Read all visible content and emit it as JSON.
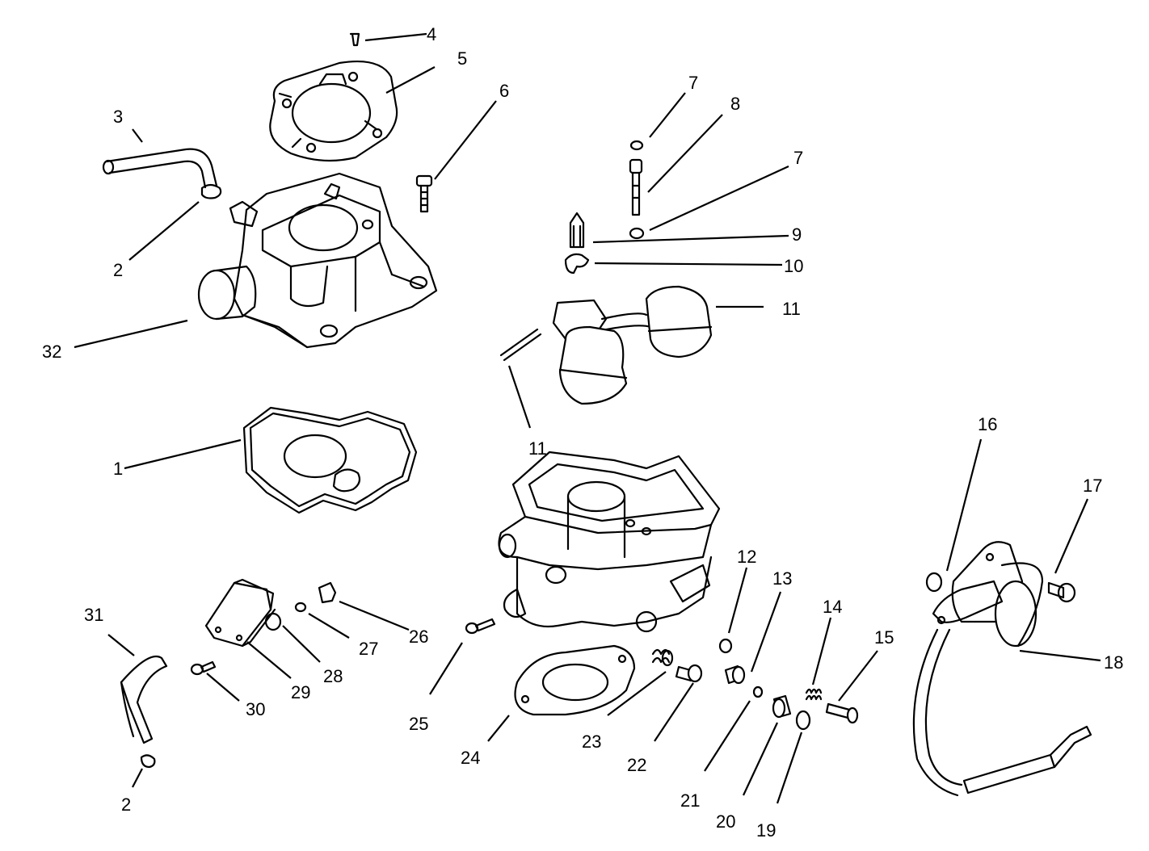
{
  "callouts": [
    {
      "id": "c4",
      "label": "4"
    },
    {
      "id": "c5",
      "label": "5"
    },
    {
      "id": "c6",
      "label": "6"
    },
    {
      "id": "c3",
      "label": "3"
    },
    {
      "id": "c2a",
      "label": "2"
    },
    {
      "id": "c32",
      "label": "32"
    },
    {
      "id": "c1",
      "label": "1"
    },
    {
      "id": "c7a",
      "label": "7"
    },
    {
      "id": "c8",
      "label": "8"
    },
    {
      "id": "c7b",
      "label": "7"
    },
    {
      "id": "c9",
      "label": "9"
    },
    {
      "id": "c10",
      "label": "10"
    },
    {
      "id": "c11a",
      "label": "11"
    },
    {
      "id": "c11b",
      "label": "11"
    },
    {
      "id": "c16",
      "label": "16"
    },
    {
      "id": "c17",
      "label": "17"
    },
    {
      "id": "c18",
      "label": "18"
    },
    {
      "id": "c12",
      "label": "12"
    },
    {
      "id": "c13",
      "label": "13"
    },
    {
      "id": "c14",
      "label": "14"
    },
    {
      "id": "c15",
      "label": "15"
    },
    {
      "id": "c31",
      "label": "31"
    },
    {
      "id": "c26",
      "label": "26"
    },
    {
      "id": "c27",
      "label": "27"
    },
    {
      "id": "c28",
      "label": "28"
    },
    {
      "id": "c29",
      "label": "29"
    },
    {
      "id": "c30",
      "label": "30"
    },
    {
      "id": "c25",
      "label": "25"
    },
    {
      "id": "c24",
      "label": "24"
    },
    {
      "id": "c23",
      "label": "23"
    },
    {
      "id": "c22",
      "label": "22"
    },
    {
      "id": "c21",
      "label": "21"
    },
    {
      "id": "c20",
      "label": "20"
    },
    {
      "id": "c19",
      "label": "19"
    },
    {
      "id": "c2b",
      "label": "2"
    }
  ]
}
